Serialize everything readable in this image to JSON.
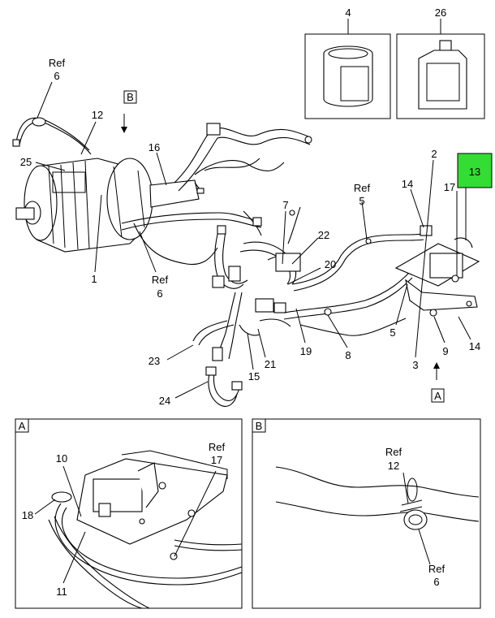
{
  "callouts": {
    "c4": "4",
    "c26": "26",
    "ref6_top_a": "Ref",
    "ref6_top_b": "6",
    "boxB": "B",
    "c12": "12",
    "c25": "25",
    "c16": "16",
    "c1": "1",
    "ref6_mid_a": "Ref",
    "ref6_mid_b": "6",
    "c7": "7",
    "c22": "22",
    "c20": "20",
    "ref5_a": "Ref",
    "ref5_b": "5",
    "c14a": "14",
    "c2": "2",
    "c13": "13",
    "c17": "17",
    "c5": "5",
    "c3": "3",
    "c9": "9",
    "c14b": "14",
    "c8": "8",
    "c19": "19",
    "c21": "21",
    "c15": "15",
    "c23": "23",
    "c24": "24",
    "boxA": "A"
  },
  "panelA": {
    "tag": "A",
    "c10": "10",
    "c18": "18",
    "c11": "11",
    "ref17_a": "Ref",
    "ref17_b": "17"
  },
  "panelB": {
    "tag": "B",
    "ref12_a": "Ref",
    "ref12_b": "12",
    "ref6_a": "Ref",
    "ref6_b": "6"
  },
  "colors": {
    "highlight": "#33dd33"
  }
}
